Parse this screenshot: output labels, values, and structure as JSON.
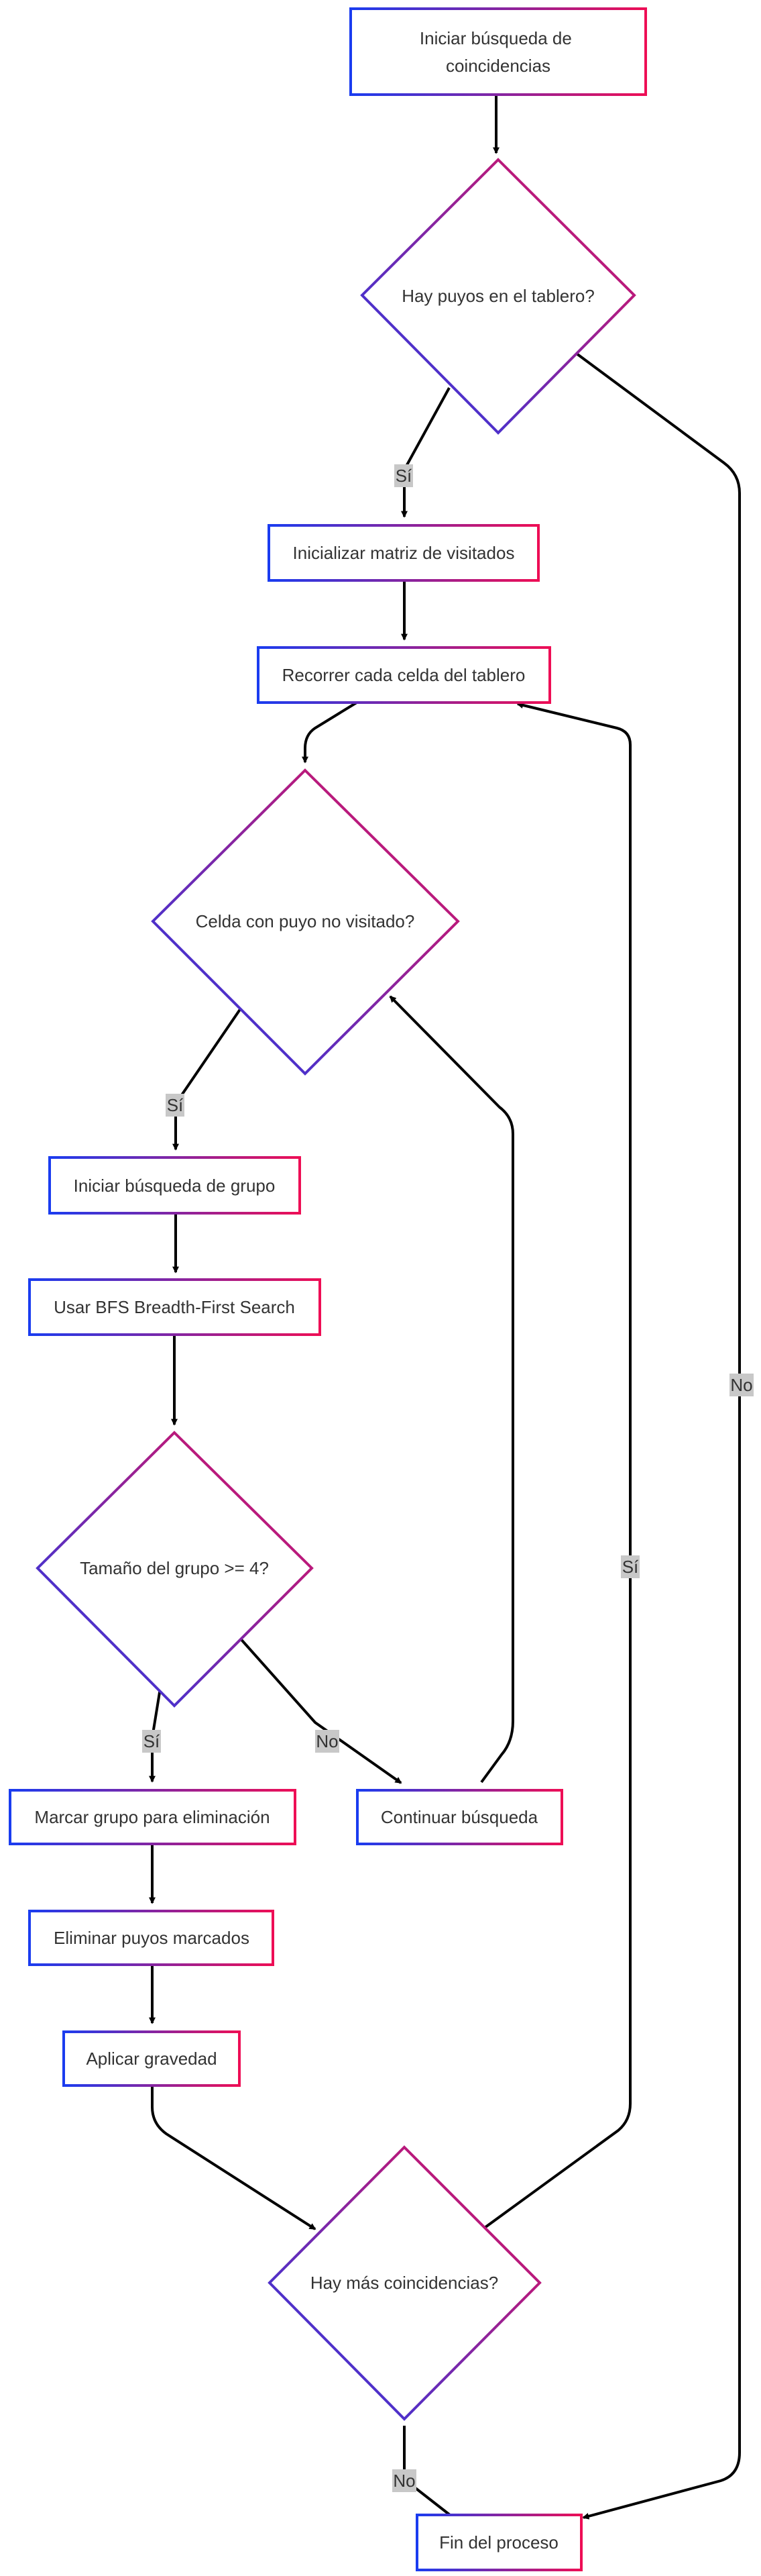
{
  "nodes": {
    "start": {
      "lines": [
        "Iniciar búsqueda de",
        "coincidencias"
      ]
    },
    "has_puyos": {
      "lines": [
        "Hay puyos en el tablero?"
      ]
    },
    "init_visited": {
      "lines": [
        "Inicializar matriz de visitados"
      ]
    },
    "traverse": {
      "lines": [
        "Recorrer cada celda del tablero"
      ]
    },
    "unvisited": {
      "lines": [
        "Celda con puyo no visitado?"
      ]
    },
    "start_group": {
      "lines": [
        "Iniciar búsqueda de grupo"
      ]
    },
    "bfs": {
      "lines": [
        "Usar BFS Breadth-First Search"
      ]
    },
    "size_check": {
      "lines": [
        "Tamaño del grupo >= 4?"
      ]
    },
    "mark": {
      "lines": [
        "Marcar grupo para eliminación"
      ]
    },
    "continue": {
      "lines": [
        "Continuar búsqueda"
      ]
    },
    "remove": {
      "lines": [
        "Eliminar puyos marcados"
      ]
    },
    "gravity": {
      "lines": [
        "Aplicar gravedad"
      ]
    },
    "more_matches": {
      "lines": [
        "Hay más coincidencias?"
      ]
    },
    "end": {
      "lines": [
        "Fin del proceso"
      ]
    }
  },
  "edge_labels": {
    "has_puyos_yes": "Sí",
    "has_puyos_no": "No",
    "unvisited_yes": "Sí",
    "size_yes": "Sí",
    "size_no": "No",
    "more_yes": "Sí",
    "more_no": "No"
  },
  "colors": {
    "gradient_start": "#1a3cf0",
    "gradient_end": "#ee0e55",
    "edge": "#000000",
    "label_bg": "#c8c8c8",
    "text": "#333333"
  }
}
